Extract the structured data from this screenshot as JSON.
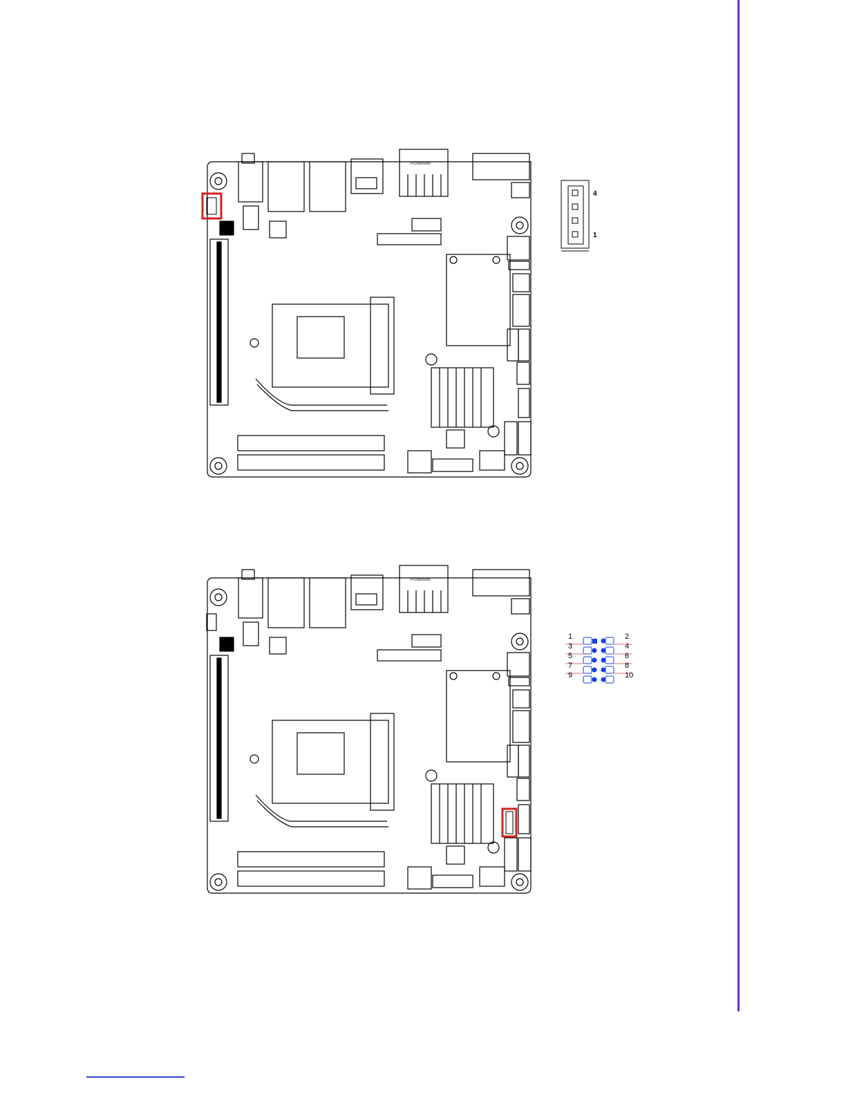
{
  "colors": {
    "accent_line": "#6a2bd6",
    "footer_line": "#3040c0",
    "highlight": "#d42020",
    "pin_blue": "#1a3fd8",
    "board_stroke": "#000000"
  },
  "board_top": {
    "io_label": "PC00000000",
    "highlighted_connector": "4-pin header (top-left)"
  },
  "board_bottom": {
    "io_label": "PC00000000",
    "highlighted_connector": "10-pin header (lower right)"
  },
  "fan_connector": {
    "pin_top": "4",
    "pin_bottom": "1"
  },
  "pin_header": {
    "left_labels": [
      "1",
      "3",
      "5",
      "7",
      "9"
    ],
    "right_labels": [
      "2",
      "4",
      "6",
      "8",
      "10"
    ]
  }
}
